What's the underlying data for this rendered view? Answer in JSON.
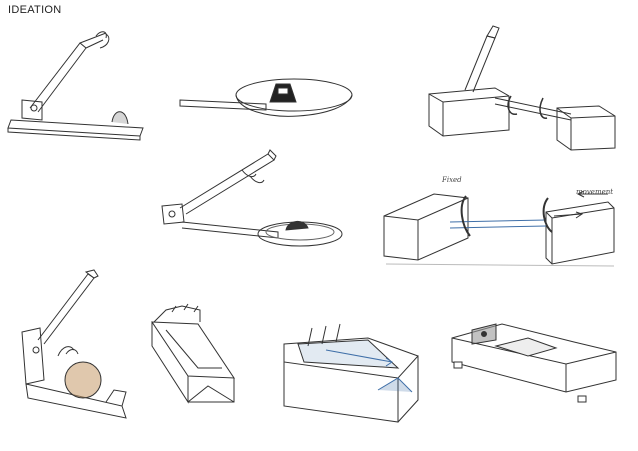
{
  "page": {
    "title": "IDEATION"
  },
  "annotations": {
    "fixed": "Fixed",
    "movement": "movement"
  },
  "colors": {
    "ink": "#333333",
    "glass": "#7a7a7a",
    "wood": "#c79a6a",
    "blue": "#3f6fa8",
    "paper": "#ffffff"
  },
  "sketches": [
    {
      "name": "lever-stand"
    },
    {
      "name": "pan-with-handle-grip"
    },
    {
      "name": "rail-clamp-blocks"
    },
    {
      "name": "lever-arm-over-pan"
    },
    {
      "name": "fixed-movement-blocks"
    },
    {
      "name": "lever-press-with-wood-disc"
    },
    {
      "name": "notched-trough"
    },
    {
      "name": "blue-tray"
    },
    {
      "name": "sliding-base"
    }
  ]
}
